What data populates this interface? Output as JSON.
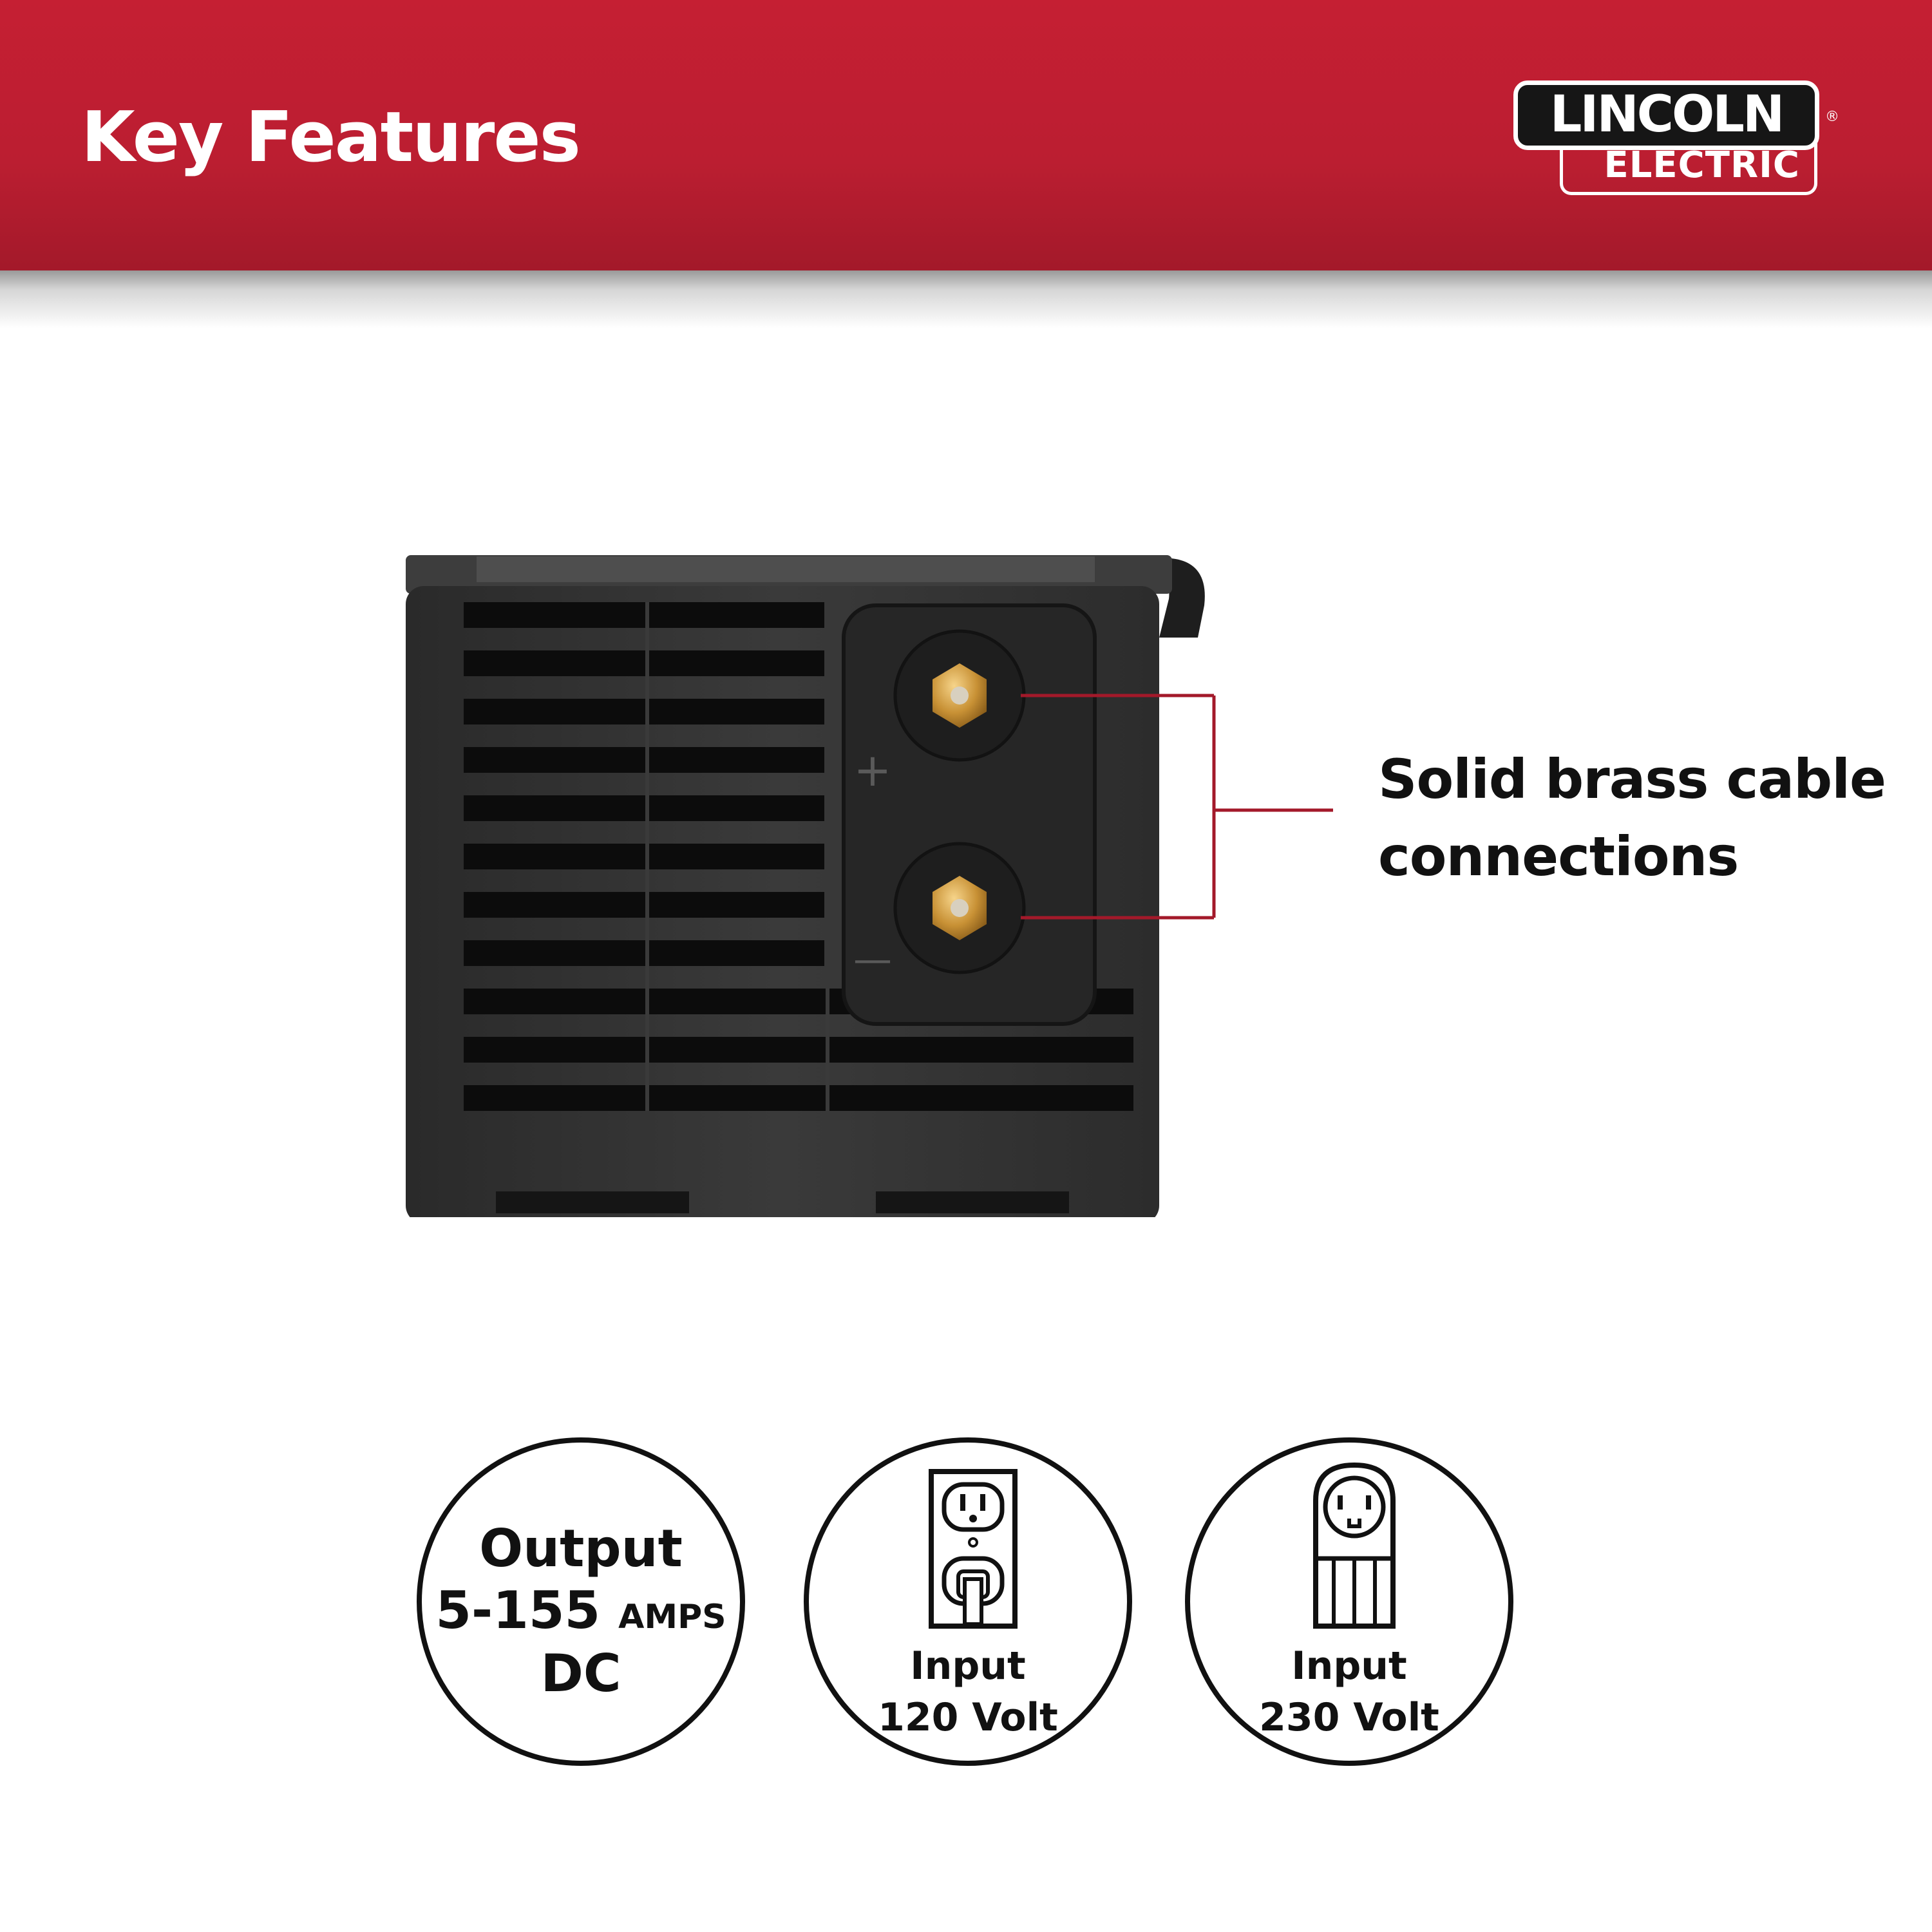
{
  "banner": {
    "title": "Key Features",
    "brand_color": "#c51f33"
  },
  "logo": {
    "line1": "LINCOLN",
    "line2": "ELECTRIC",
    "registered": "®"
  },
  "product": {
    "polarity_plus": "+",
    "polarity_minus": "—"
  },
  "callout": {
    "line1": "Solid brass cable",
    "line2": "connections",
    "color": "#a3192a"
  },
  "badges": [
    {
      "line1": "Output",
      "line2_value": "5-155",
      "line2_unit": "AMPS",
      "line3": "DC"
    },
    {
      "icon": "outlet-120v-icon",
      "line1": "Input",
      "line2": "120 Volt"
    },
    {
      "icon": "outlet-230v-icon",
      "line1": "Input",
      "line2": "230 Volt"
    }
  ]
}
